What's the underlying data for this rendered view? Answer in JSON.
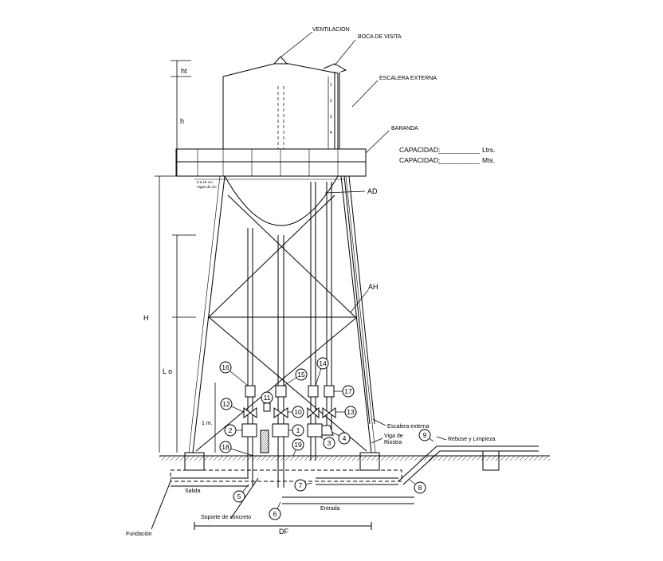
{
  "labels": {
    "ventilacion": "VENTILACION",
    "boca_visita": "BOCA DE VISITA",
    "escalera_externa_top": "ESCALERA EXTERNA",
    "baranda": "BARANDA",
    "ad": "AD",
    "ah": "AH",
    "escalera_externa_side": "Escalera externa",
    "viga_riostra_1": "Viga de",
    "viga_riostra_2": "Riostra",
    "rebose": "Rebose y Limpieza",
    "salida": "Salida",
    "entrada": "Entrada",
    "soporte": "Soporte de concreto",
    "fundacion": "Fundación",
    "note_line1": "5 a 15 cm.",
    "note_line2": "Vigas de CC"
  },
  "capacity": {
    "line1_label": "CAPACIDAD:",
    "line1_blank": "___________",
    "line1_unit": "Ltrs.",
    "line2_label": "CAPACIDAD:",
    "line2_blank": "___________",
    "line2_unit": "Mts."
  },
  "dimensions": {
    "ht": "ht",
    "h": "h",
    "H": "H",
    "Lo": "L o",
    "one_m": "1 m.",
    "df": "DF"
  },
  "ladder_marks": [
    "1",
    "2",
    "3",
    "4"
  ],
  "callouts": [
    "1",
    "2",
    "3",
    "4",
    "5",
    "6",
    "7",
    "8",
    "9",
    "10",
    "11",
    "12",
    "13",
    "14",
    "15",
    "16",
    "17",
    "18",
    "19"
  ]
}
